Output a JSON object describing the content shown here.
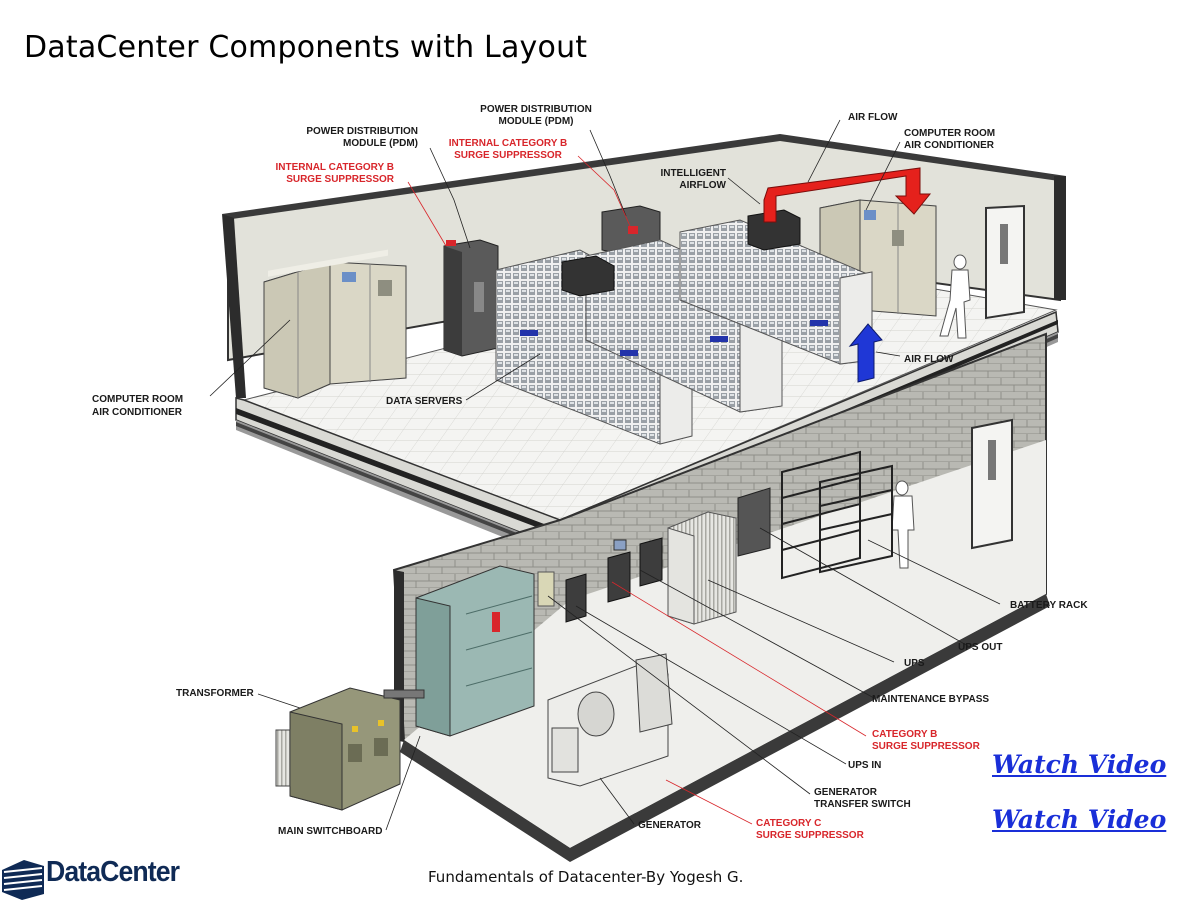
{
  "title": "DataCenter Components with Layout",
  "footer": "Fundamentals of Datacenter-By Yogesh G.",
  "logo_text": "DataCenter",
  "watch_links": [
    "Watch Video",
    "Watch Video"
  ],
  "colors": {
    "accent_red": "#d8262b",
    "airflow_red": "#e5211c",
    "airflow_blue": "#1f37d6",
    "link_blue": "#1a2fd8",
    "logo_navy": "#0f2a55"
  },
  "labels": {
    "pdm_left": [
      "POWER DISTRIBUTION",
      "MODULE (PDM)"
    ],
    "surge_left": [
      "INTERNAL CATEGORY B",
      "SURGE SUPPRESSOR"
    ],
    "pdm_center": [
      "POWER DISTRIBUTION",
      "MODULE (PDM)"
    ],
    "surge_center": [
      "INTERNAL CATEGORY B",
      "SURGE SUPPRESSOR"
    ],
    "intelligent_airflow": [
      "INTELLIGENT",
      "AIRFLOW"
    ],
    "air_flow_top": "AIR FLOW",
    "crac_right": [
      "COMPUTER ROOM",
      "AIR CONDITIONER"
    ],
    "crac_left": [
      "COMPUTER ROOM",
      "AIR CONDITIONER"
    ],
    "data_servers": "DATA SERVERS",
    "air_flow_right": "AIR FLOW",
    "battery_rack": "BATTERY RACK",
    "ups_out": "UPS OUT",
    "ups": "UPS",
    "maintenance_bypass": "MAINTENANCE BYPASS",
    "category_b": [
      "CATEGORY B",
      "SURGE SUPPRESSOR"
    ],
    "ups_in": "UPS IN",
    "gen_transfer": [
      "GENERATOR",
      "TRANSFER SWITCH"
    ],
    "category_c": [
      "CATEGORY C",
      "SURGE SUPPRESSOR"
    ],
    "generator": "GENERATOR",
    "transformer": "TRANSFORMER",
    "main_switchboard": "MAIN SWITCHBOARD"
  }
}
